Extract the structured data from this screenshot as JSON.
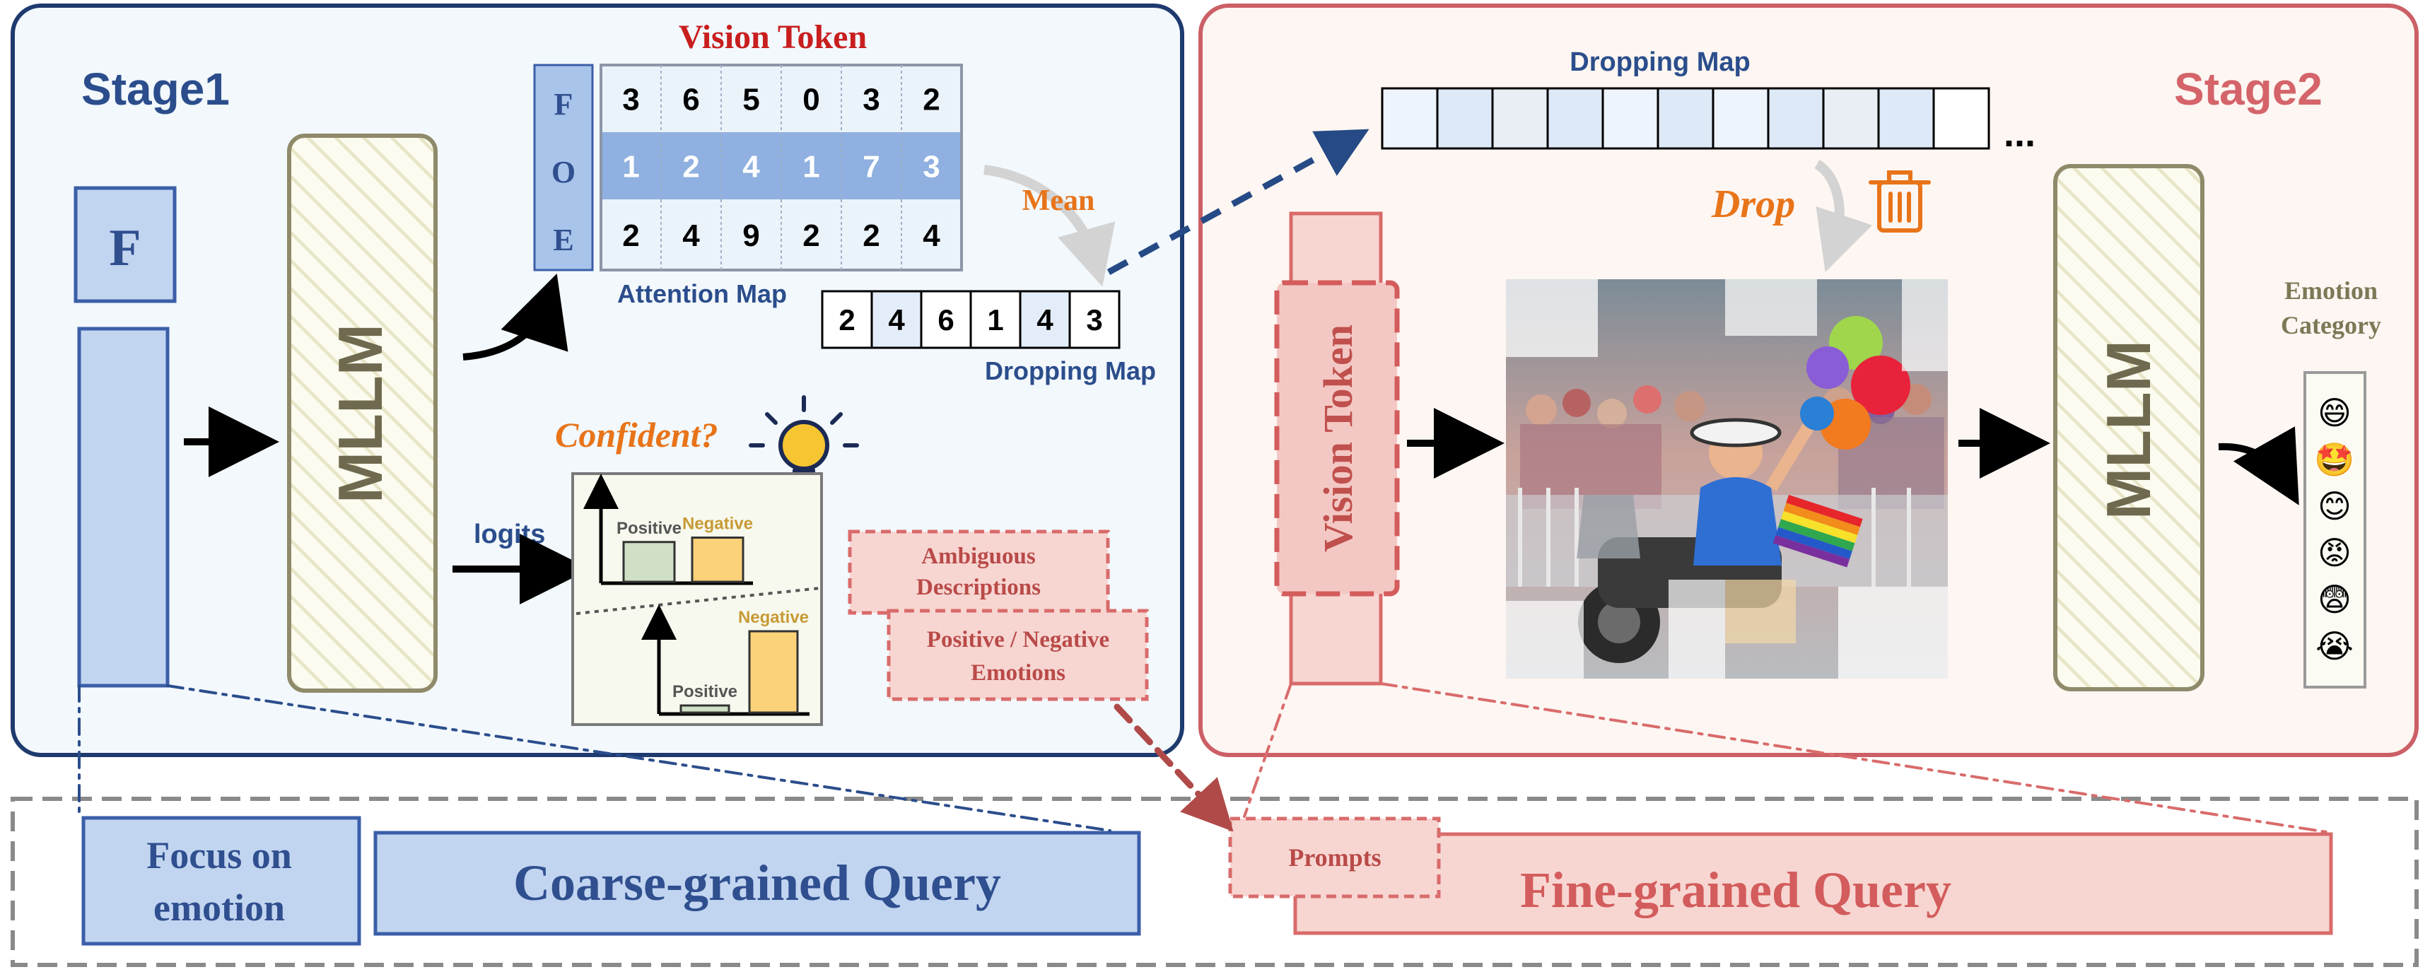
{
  "stage1": {
    "title": "Stage1",
    "feature_label": "F",
    "mllm_label": "MLLM",
    "vision_token_title": "Vision Token",
    "row_labels": [
      "F",
      "O",
      "E"
    ],
    "attention_rows": [
      [
        "3",
        "6",
        "5",
        "0",
        "3",
        "2"
      ],
      [
        "1",
        "2",
        "4",
        "1",
        "7",
        "3"
      ],
      [
        "2",
        "4",
        "9",
        "2",
        "2",
        "4"
      ]
    ],
    "attention_map_label": "Attention Map",
    "mean_label": "Mean",
    "dropping_map_values": [
      "2",
      "4",
      "6",
      "1",
      "4",
      "3"
    ],
    "dropping_map_label": "Dropping Map",
    "logits_label": "logits",
    "confident_label": "Confident?",
    "chart_top": {
      "positive_label": "Positive",
      "negative_label": "Negative",
      "positive_value": 0.45,
      "negative_value": 0.5
    },
    "chart_bottom": {
      "positive_label": "Positive",
      "negative_label": "Negative",
      "positive_value": 0.08,
      "negative_value": 0.92
    },
    "ambiguous_label_1": "Ambiguous",
    "ambiguous_label_2": "Descriptions",
    "posneg_label_1": "Positive / Negative",
    "posneg_label_2": "Emotions"
  },
  "stage2": {
    "title": "Stage2",
    "dropping_map_label": "Dropping Map",
    "dropping_map_cells": 11,
    "ellipsis": "...",
    "drop_label": "Drop",
    "vision_token_label": "Vision Token",
    "mllm_label": "MLLM",
    "emotion_category_line1": "Emotion",
    "emotion_category_line2": "Category",
    "emojis": [
      "😄",
      "🤩",
      "😊",
      "😡",
      "😨",
      "😭"
    ]
  },
  "query": {
    "focus_line1": "Focus on",
    "focus_line2": "emotion",
    "coarse_label": "Coarse-grained Query",
    "prompts_label": "Prompts",
    "fine_label": "Fine-grained Query"
  },
  "colors": {
    "stage1_border": "#1e3a6e",
    "stage1_bg": "#f2f8fc",
    "stage2_border": "#cc5f66",
    "stage2_bg": "#fdf6f2",
    "blue_box": "#c2d5f0",
    "blue_border": "#3b5ea8",
    "pink_box": "#f7d6d2",
    "pink_border": "#d96b6b",
    "orange_text": "#e8741a",
    "red_title": "#c81e1e",
    "mllm_border": "#8f8a6a"
  }
}
